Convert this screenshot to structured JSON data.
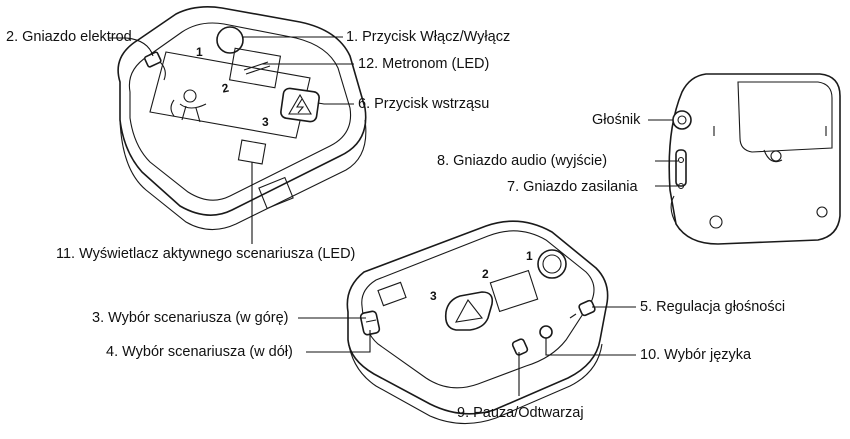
{
  "labels": {
    "electrode_socket": "2. Gniazdo elektrod",
    "power_button": "1. Przycisk Włącz/Wyłącz",
    "metronome": "12. Metronom (LED)",
    "shock_button": "6. Przycisk wstrząsu",
    "scenario_display": "11. Wyświetlacz aktywnego scenariusza (LED)",
    "speaker": "Głośnik",
    "audio_out": "8. Gniazdo audio (wyjście)",
    "power_socket": "7. Gniazdo zasilania",
    "scenario_up": "3. Wybór scenariusza (w górę)",
    "scenario_down": "4. Wybór scenariusza (w dół)",
    "volume": "5. Regulacja głośności",
    "language": "10. Wybór języka",
    "pause_play": "9. Pauza/Odtwarzaj"
  },
  "device_markings": {
    "step_1": "1",
    "step_2": "2",
    "step_3": "3"
  }
}
